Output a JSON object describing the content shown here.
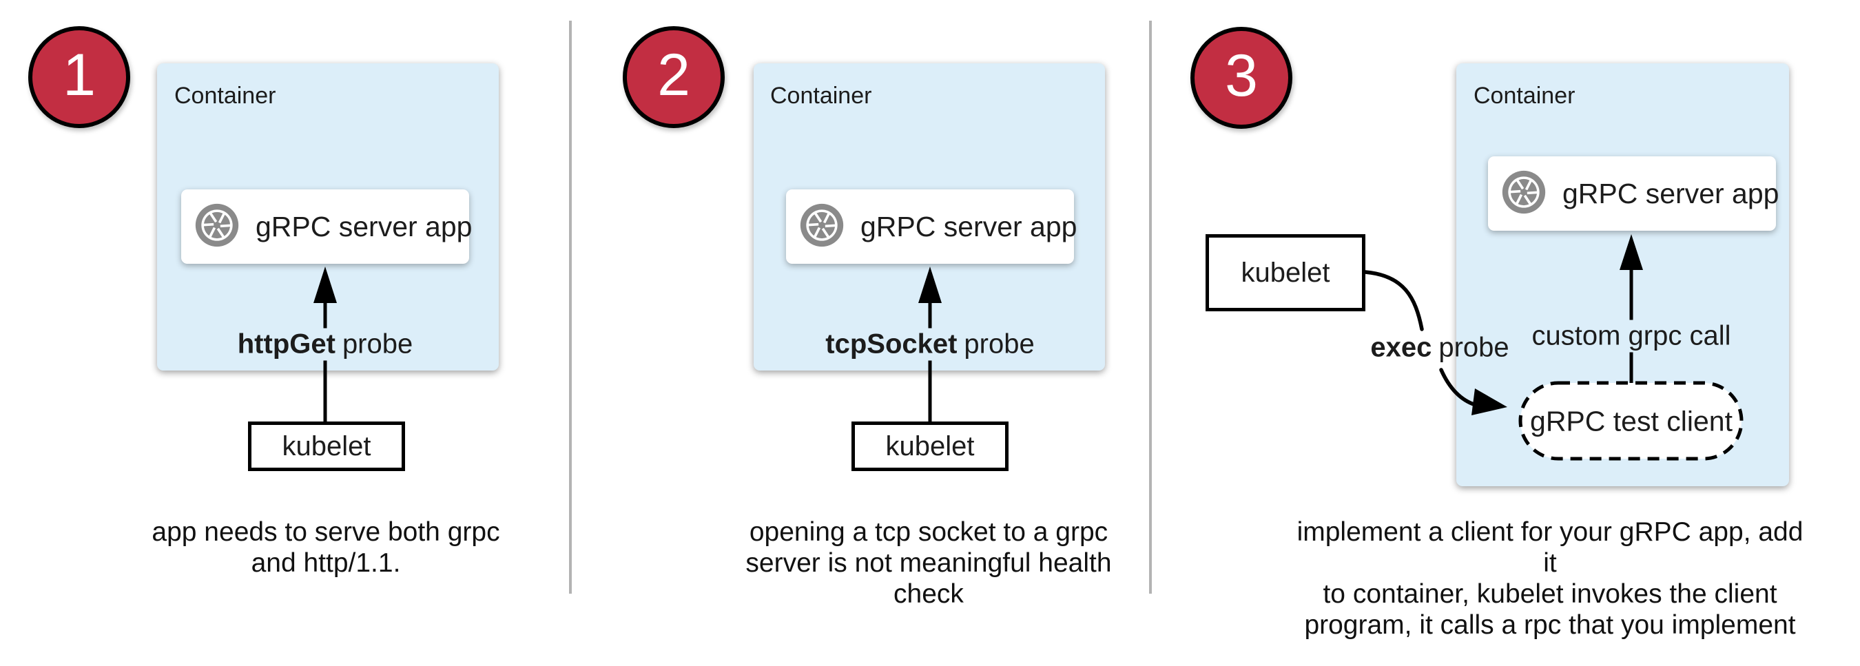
{
  "colors": {
    "accent_red": "#c22e42",
    "container_blue": "#dceef9",
    "icon_gray": "#8a8a8a",
    "divider_gray": "#b3b3b3",
    "line_black": "#000000"
  },
  "panels": [
    {
      "number": "1",
      "container_label": "Container",
      "app_box": {
        "icon": "aperture-icon",
        "label": "gRPC server app"
      },
      "probe_label": {
        "strong": "httpGet",
        "rest": "probe"
      },
      "kubelet_label": "kubelet",
      "caption_lines": [
        "app needs to serve both grpc",
        "and http/1.1."
      ]
    },
    {
      "number": "2",
      "container_label": "Container",
      "app_box": {
        "icon": "aperture-icon",
        "label": "gRPC server app"
      },
      "probe_label": {
        "strong": "tcpSocket",
        "rest": "probe"
      },
      "kubelet_label": "kubelet",
      "caption_lines": [
        "opening a tcp socket to a grpc",
        "server is not meaningful health",
        "check"
      ]
    },
    {
      "number": "3",
      "container_label": "Container",
      "app_box": {
        "icon": "aperture-icon",
        "label": "gRPC server app"
      },
      "probe_label": {
        "strong": "exec",
        "rest": "probe"
      },
      "custom_call_label": "custom grpc call",
      "test_client_label": "gRPC test client",
      "kubelet_label": "kubelet",
      "caption_lines": [
        "implement a client for your gRPC app, add it",
        "to container, kubelet invokes the client",
        "program, it calls a rpc that you implement"
      ]
    }
  ]
}
